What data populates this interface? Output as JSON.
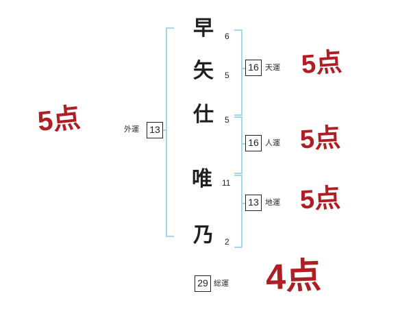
{
  "colors": {
    "bracket_blue": "#a6d7e8",
    "score_red": "#b01e24",
    "ink": "#1f1f1f"
  },
  "name": {
    "chars": [
      {
        "char": "早",
        "strokes": "6"
      },
      {
        "char": "矢",
        "strokes": "5"
      },
      {
        "char": "仕",
        "strokes": "5"
      },
      {
        "char": "唯",
        "strokes": "11"
      },
      {
        "char": "乃",
        "strokes": "2"
      }
    ]
  },
  "fortunes": {
    "ten": {
      "label": "天運",
      "value": "16",
      "score": "5点"
    },
    "jin": {
      "label": "人運",
      "value": "16",
      "score": "5点"
    },
    "chi": {
      "label": "地運",
      "value": "13",
      "score": "5点"
    },
    "gai": {
      "label": "外運",
      "value": "13",
      "score": "5点"
    },
    "sou": {
      "label": "総運",
      "value": "29",
      "score": "4点"
    }
  }
}
